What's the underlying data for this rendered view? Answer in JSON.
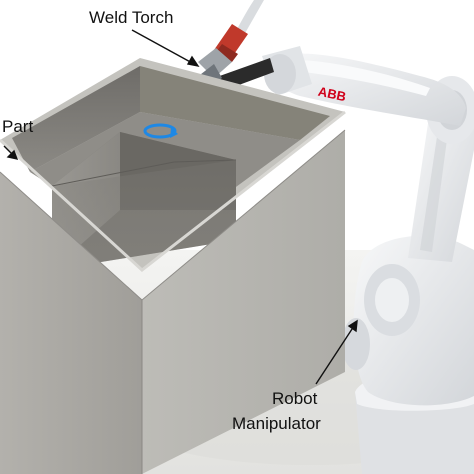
{
  "labels": {
    "weld_torch": "Weld Torch",
    "part": "Part",
    "robot": "Robot",
    "manipulator": "Manipulator"
  },
  "robot_brand": "ABB",
  "colors": {
    "background": "#ffffff",
    "floor": "#ebebe9",
    "box_front": "#a8a6a1",
    "box_side": "#b7b6b1",
    "box_inner_back": "#7c7a75",
    "box_inner_floor": "#6f6d68",
    "robot_body": "#e9eaec",
    "robot_shade": "#c9ccd0",
    "torch_red": "#c0392b",
    "rotation_arrow": "#1e88e5",
    "brand_red": "#d0021b"
  },
  "icons": [
    "rotation-arrow-icon",
    "pointer-arrow-icon"
  ]
}
